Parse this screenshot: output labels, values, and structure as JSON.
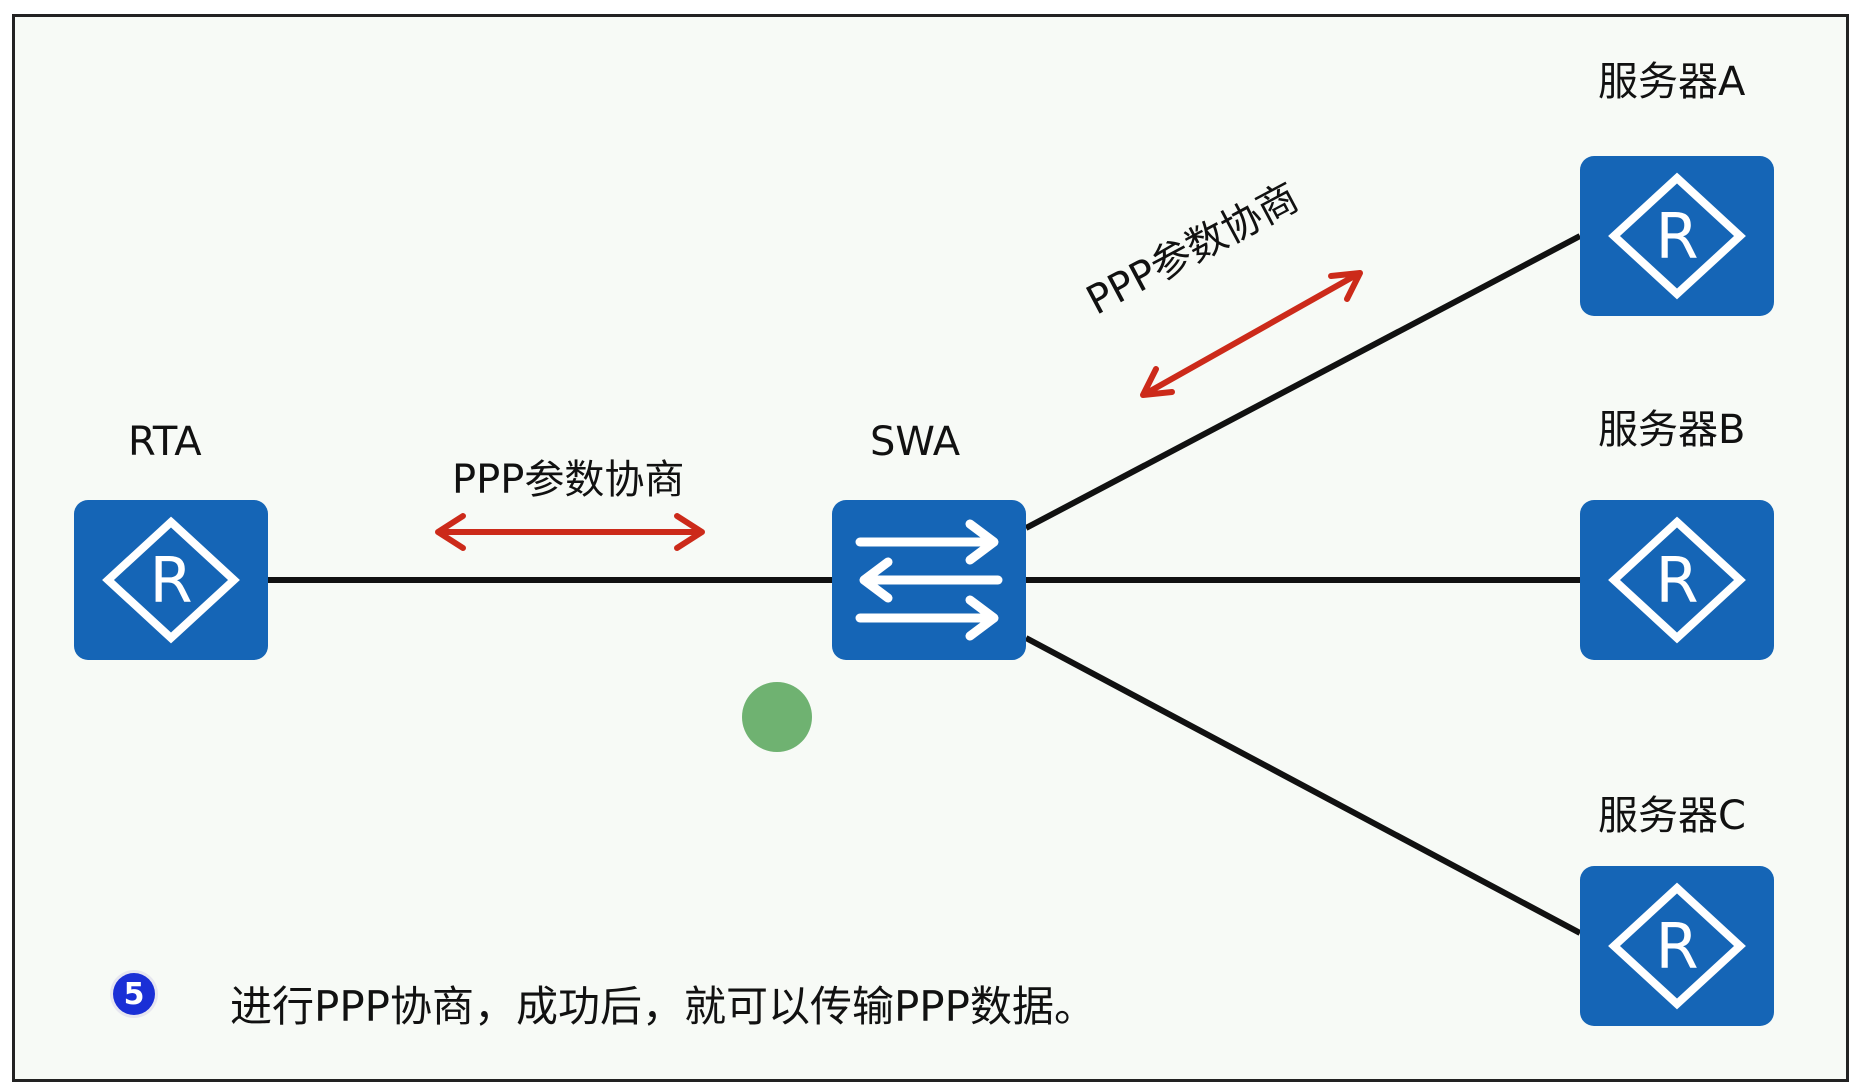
{
  "devices": {
    "rta": {
      "label": "RTA",
      "type": "router"
    },
    "swa": {
      "label": "SWA",
      "type": "switch"
    },
    "server_a": {
      "label": "服务器A",
      "type": "router"
    },
    "server_b": {
      "label": "服务器B",
      "type": "router"
    },
    "server_c": {
      "label": "服务器C",
      "type": "router"
    }
  },
  "links": {
    "rta_swa": {
      "label": "PPP参数协商"
    },
    "swa_server_a": {
      "label": "PPP参数协商"
    }
  },
  "step": {
    "number": "5",
    "text": "进行PPP协商，成功后，就可以传输PPP数据。"
  },
  "colors": {
    "device": "#1565b6",
    "arrow": "#cc2a1a",
    "link": "#111111",
    "badge": "#1a2fd6",
    "cursor_dot": "#6fb271"
  }
}
